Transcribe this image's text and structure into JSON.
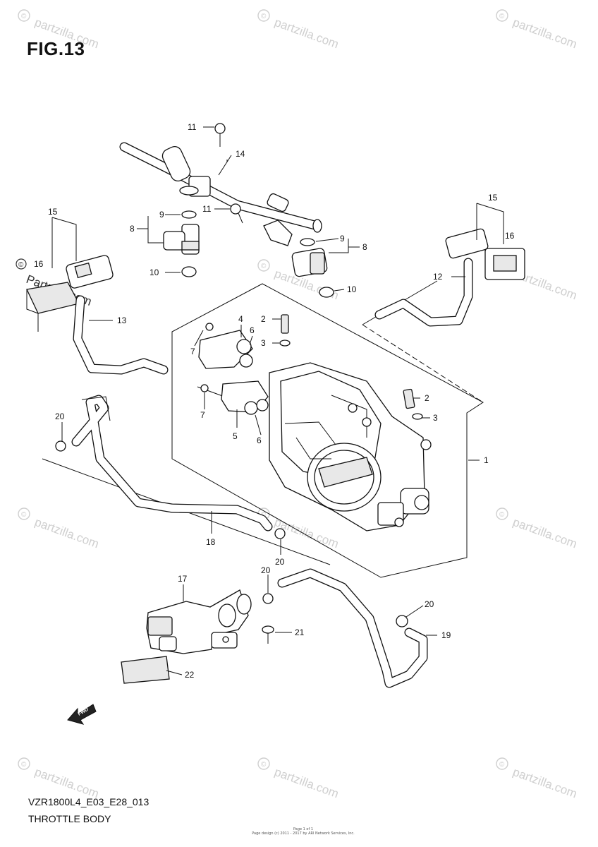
{
  "figure": {
    "title": "FIG.13",
    "code": "VZR1800L4_E03_E28_013",
    "name": "THROTTLE BODY"
  },
  "watermark": {
    "text": "Partzilla.com",
    "text_alt": "partzilla.com",
    "symbol": "©"
  },
  "fwd_label": "FWD",
  "fine_print": {
    "line1": "Page 1 of 1",
    "line2": "Page design (c) 2011 - 2017 by ARI Network Services, Inc."
  },
  "callouts": {
    "c1": "1",
    "c2a": "2",
    "c2b": "2",
    "c3a": "3",
    "c3b": "3",
    "c4": "4",
    "c5": "5",
    "c6a": "6",
    "c6b": "6",
    "c7a": "7",
    "c7b": "7",
    "c8a": "8",
    "c8b": "8",
    "c9a": "9",
    "c9b": "9",
    "c10a": "10",
    "c10b": "10",
    "c11a": "11",
    "c11b": "11",
    "c12": "12",
    "c13": "13",
    "c14": "14",
    "c15a": "15",
    "c15b": "15",
    "c16a": "16",
    "c16b": "16",
    "c17": "17",
    "c18": "18",
    "c19": "19",
    "c20a": "20",
    "c20b": "20",
    "c20c": "20",
    "c20d": "20",
    "c21": "21",
    "c22": "22"
  }
}
